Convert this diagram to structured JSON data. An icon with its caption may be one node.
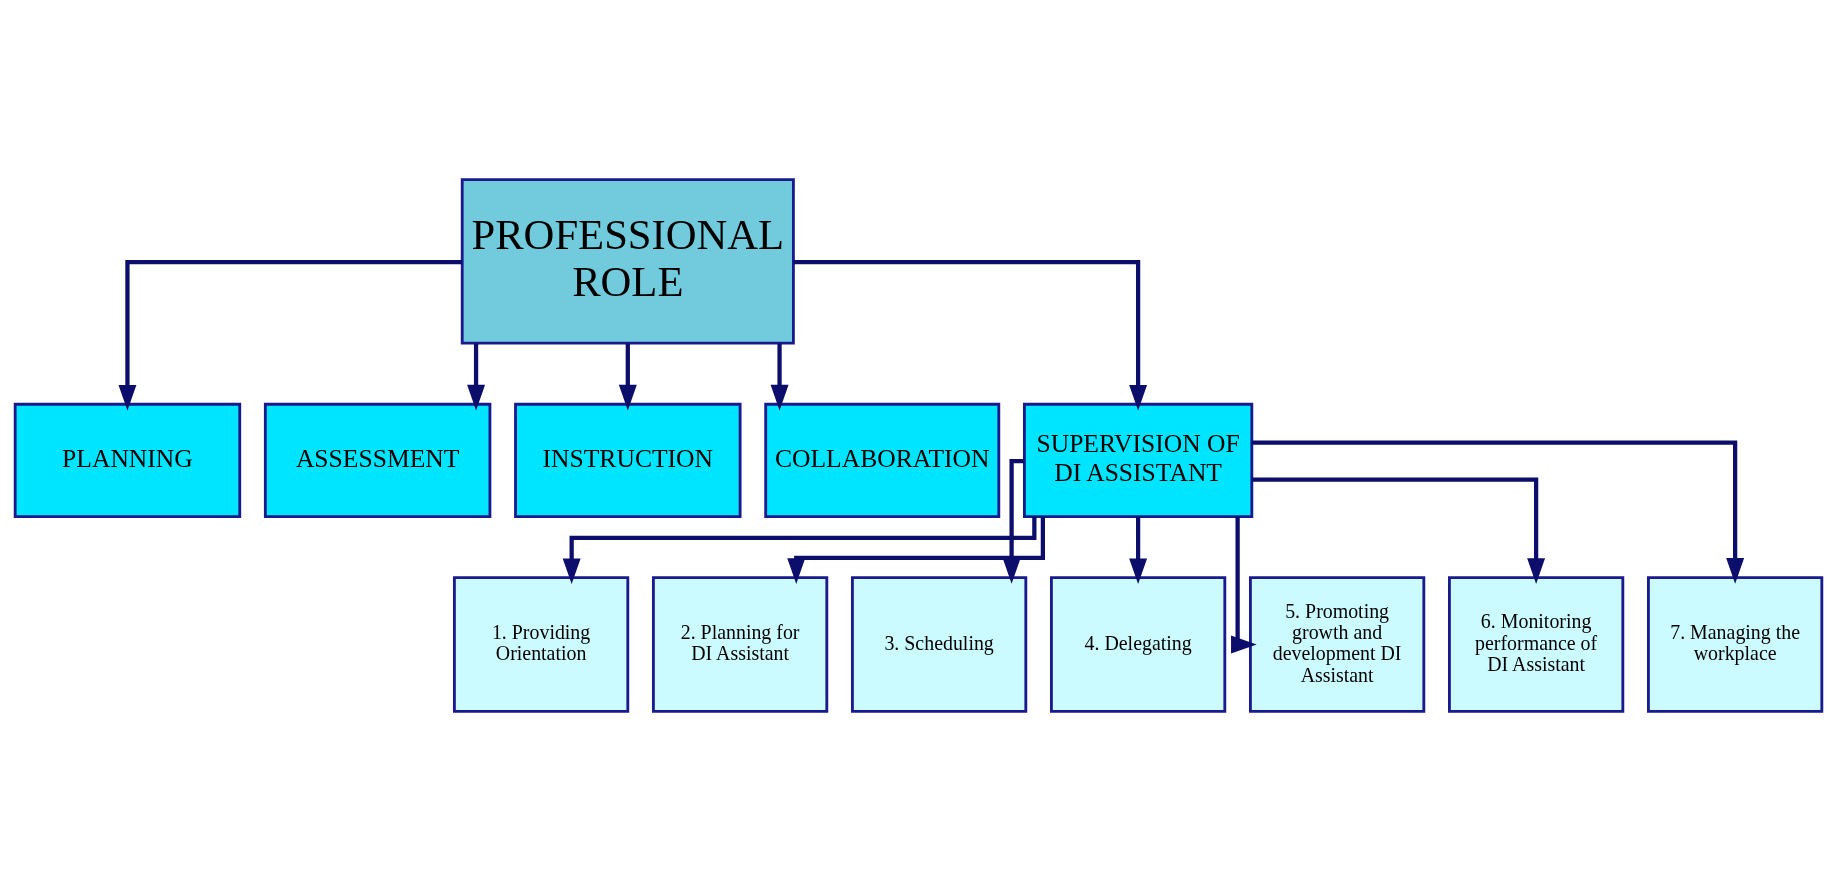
{
  "diagram": {
    "nodes": [
      {
        "text": [
          "PROFESSIONAL ROLE"
        ]
      },
      {
        "text": [
          "PLANNING"
        ]
      },
      {
        "text": [
          "ASSESSMENT"
        ]
      },
      {
        "text": [
          "INSTRUCTION"
        ]
      },
      {
        "text": [
          "COLLABORATION"
        ]
      },
      {
        "text": [
          "SUPERVISION OF DI ASSISTANT"
        ]
      },
      {
        "text": [
          "1. Providing Orientation"
        ]
      },
      {
        "text": [
          "2. Planning for DI Assistant"
        ]
      },
      {
        "text": [
          "3. Scheduling"
        ]
      },
      {
        "text": [
          "4. Delegating"
        ]
      },
      {
        "text": [
          "5. Promoting growth and development DI Assistant"
        ]
      },
      {
        "text": [
          "6. Monitoring performance of DI Assistant"
        ]
      },
      {
        "text": [
          "7. Managing the workplace"
        ]
      }
    ],
    "edges": [
      {
        "from": 0,
        "to": 1,
        "arrow": "to"
      },
      {
        "from": 0,
        "to": 2,
        "arrow": "to"
      },
      {
        "from": 0,
        "to": 3,
        "arrow": "to"
      },
      {
        "from": 0,
        "to": 4,
        "arrow": "to"
      },
      {
        "from": 0,
        "to": 5,
        "arrow": "to"
      },
      {
        "from": 5,
        "to": 6,
        "arrow": "to"
      },
      {
        "from": 5,
        "to": 7,
        "arrow": "to"
      },
      {
        "from": 5,
        "to": 8,
        "arrow": "to"
      },
      {
        "from": 5,
        "to": 9,
        "arrow": "to"
      },
      {
        "from": 5,
        "to": 10,
        "arrow": "to"
      },
      {
        "from": 5,
        "to": 11,
        "arrow": "to"
      },
      {
        "from": 5,
        "to": 12,
        "arrow": "to"
      }
    ]
  }
}
